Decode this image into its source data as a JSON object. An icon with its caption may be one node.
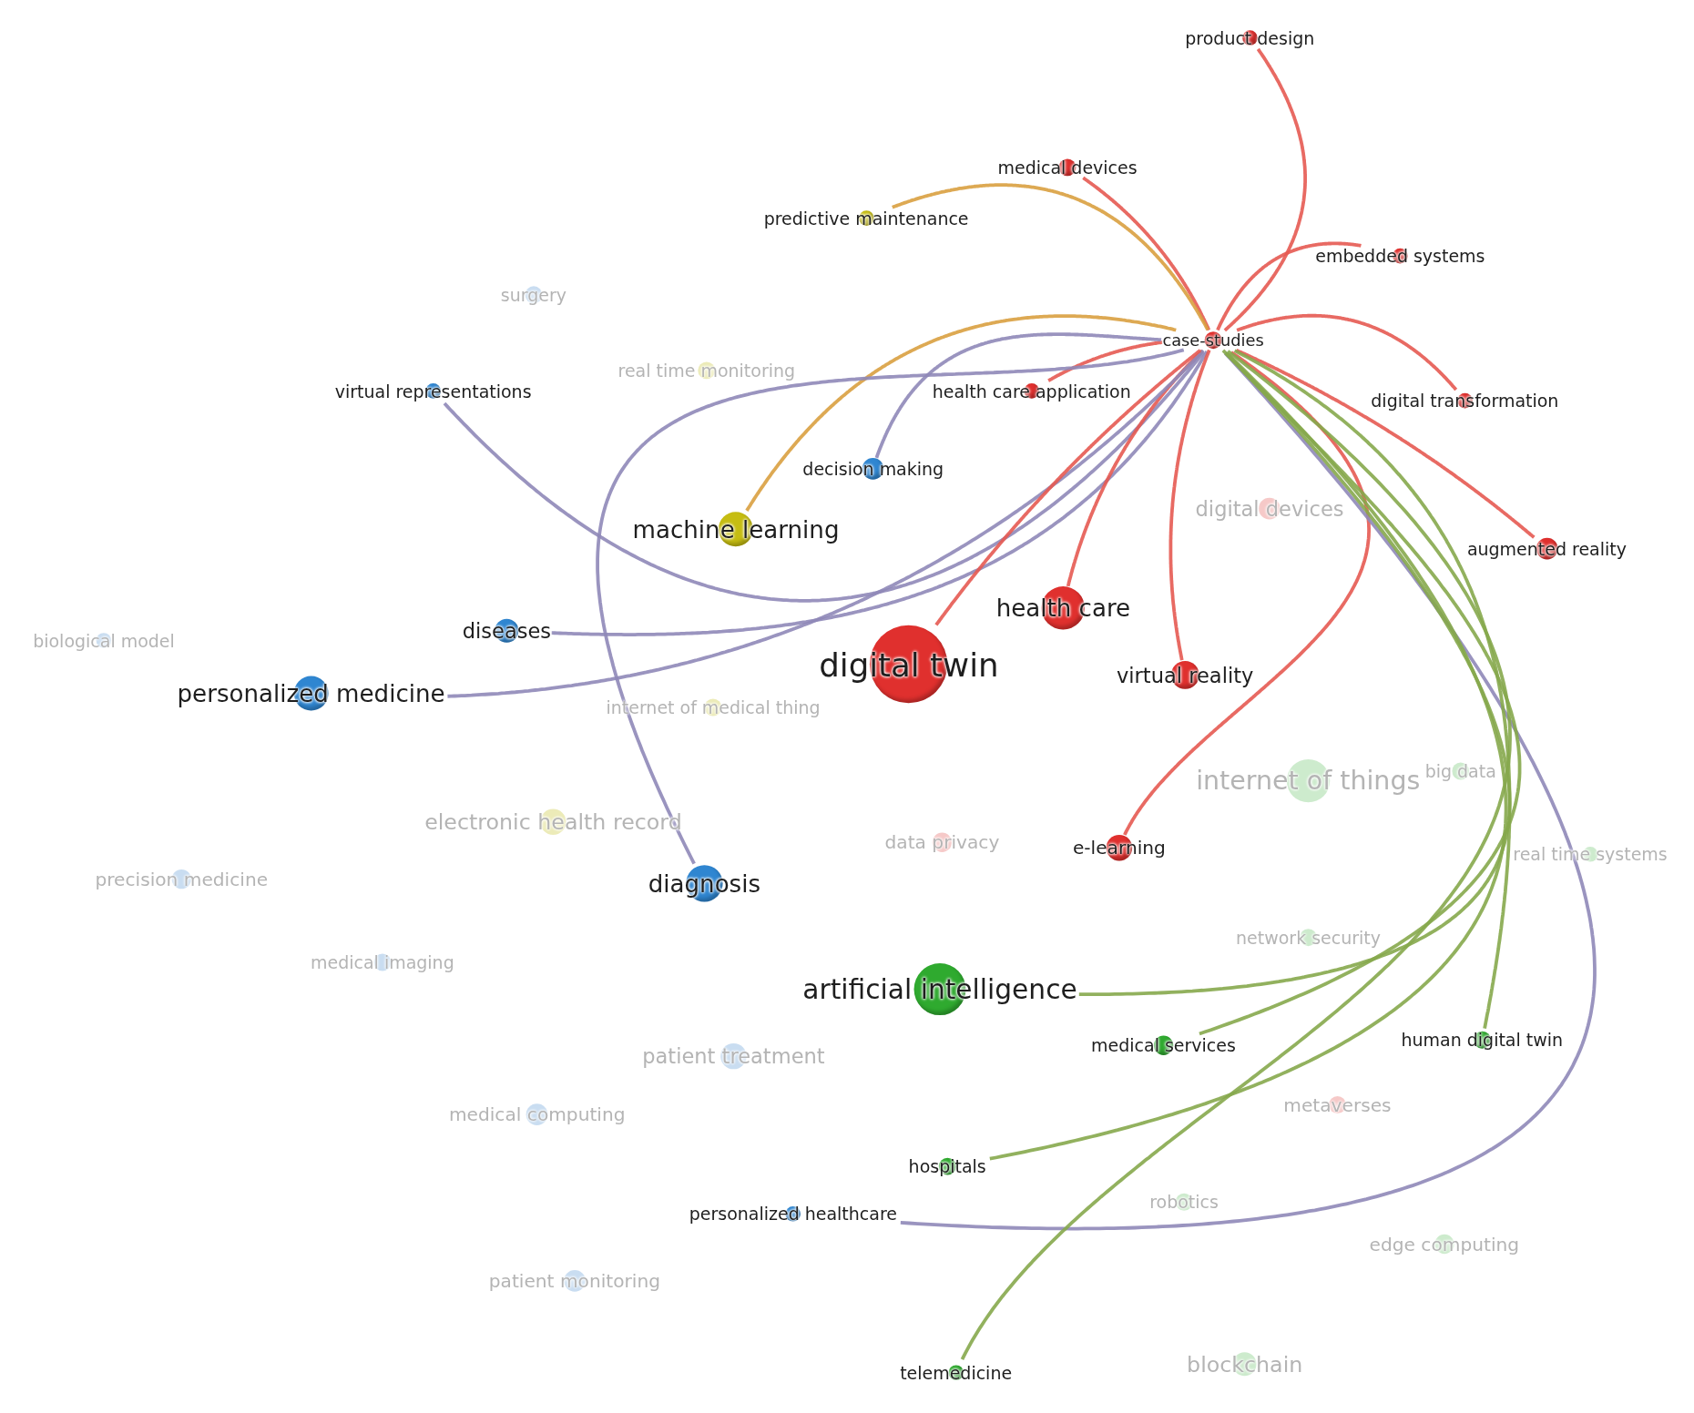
{
  "diagram": {
    "nodes": [
      {
        "text": [
          "product design"
        ]
      },
      {
        "text": [
          "medical devices"
        ]
      },
      {
        "text": [
          "predictive maintenance"
        ]
      },
      {
        "text": [
          "embedded systems"
        ]
      },
      {
        "text": [
          "surgery"
        ]
      },
      {
        "text": [
          "case-studies"
        ]
      },
      {
        "text": [
          "virtual representations"
        ]
      },
      {
        "text": [
          "real time monitoring"
        ]
      },
      {
        "text": [
          "health care application"
        ]
      },
      {
        "text": [
          "digital transformation"
        ]
      },
      {
        "text": [
          "decision making"
        ]
      },
      {
        "text": [
          "machine learning"
        ]
      },
      {
        "text": [
          "digital devices"
        ]
      },
      {
        "text": [
          "augmented reality"
        ]
      },
      {
        "text": [
          "biological model"
        ]
      },
      {
        "text": [
          "diseases"
        ]
      },
      {
        "text": [
          "health care"
        ]
      },
      {
        "text": [
          "personalized medicine"
        ]
      },
      {
        "text": [
          "digital twin"
        ]
      },
      {
        "text": [
          "virtual reality"
        ]
      },
      {
        "text": [
          "internet of medical thing"
        ]
      },
      {
        "text": [
          "internet of things"
        ]
      },
      {
        "text": [
          "big data"
        ]
      },
      {
        "text": [
          "electronic health record"
        ]
      },
      {
        "text": [
          "data privacy"
        ]
      },
      {
        "text": [
          "e-learning"
        ]
      },
      {
        "text": [
          "real time systems"
        ]
      },
      {
        "text": [
          "precision medicine"
        ]
      },
      {
        "text": [
          "diagnosis"
        ]
      },
      {
        "text": [
          "network security"
        ]
      },
      {
        "text": [
          "medical imaging"
        ]
      },
      {
        "text": [
          "artificial intelligence"
        ]
      },
      {
        "text": [
          "medical services"
        ]
      },
      {
        "text": [
          "human digital twin"
        ]
      },
      {
        "text": [
          "patient treatment"
        ]
      },
      {
        "text": [
          "metaverses"
        ]
      },
      {
        "text": [
          "medical computing"
        ]
      },
      {
        "text": [
          "hospitals"
        ]
      },
      {
        "text": [
          "personalized healthcare"
        ]
      },
      {
        "text": [
          "robotics"
        ]
      },
      {
        "text": [
          "edge computing"
        ]
      },
      {
        "text": [
          "patient monitoring"
        ]
      },
      {
        "text": [
          "telemedicine"
        ]
      },
      {
        "text": [
          "blockchain"
        ]
      }
    ],
    "edges": [
      {
        "from": 5,
        "to": 0,
        "arrow": "none"
      },
      {
        "from": 5,
        "to": 1,
        "arrow": "none"
      },
      {
        "from": 5,
        "to": 2,
        "arrow": "none",
        "color": "#d9a040"
      },
      {
        "from": 5,
        "to": 3,
        "arrow": "none"
      },
      {
        "from": 5,
        "to": 6,
        "arrow": "none",
        "color": "#8f88b8"
      },
      {
        "from": 5,
        "to": 8,
        "arrow": "none"
      },
      {
        "from": 5,
        "to": 9,
        "arrow": "none"
      },
      {
        "from": 5,
        "to": 10,
        "arrow": "none",
        "color": "#8f88b8"
      },
      {
        "from": 5,
        "to": 11,
        "arrow": "none",
        "color": "#d9a040"
      },
      {
        "from": 5,
        "to": 13,
        "arrow": "none"
      },
      {
        "from": 5,
        "to": 15,
        "arrow": "none",
        "color": "#8f88b8"
      },
      {
        "from": 5,
        "to": 16,
        "arrow": "none"
      },
      {
        "from": 5,
        "to": 17,
        "arrow": "none",
        "color": "#8f88b8"
      },
      {
        "from": 5,
        "to": 18,
        "arrow": "none"
      },
      {
        "from": 5,
        "to": 19,
        "arrow": "none"
      },
      {
        "from": 5,
        "to": 25,
        "arrow": "none"
      },
      {
        "from": 5,
        "to": 28,
        "arrow": "none",
        "color": "#8f88b8"
      },
      {
        "from": 5,
        "to": 38,
        "arrow": "none",
        "color": "#8f88b8"
      },
      {
        "from": 5,
        "to": 31,
        "arrow": "none",
        "color": "#86a94c"
      },
      {
        "from": 5,
        "to": 37,
        "arrow": "none",
        "color": "#86a94c"
      },
      {
        "from": 5,
        "to": 42,
        "arrow": "none",
        "color": "#86a94c"
      },
      {
        "from": 5,
        "to": 32,
        "arrow": "none",
        "color": "#86a94c"
      },
      {
        "from": 5,
        "to": 33,
        "arrow": "none",
        "color": "#86a94c"
      }
    ]
  }
}
